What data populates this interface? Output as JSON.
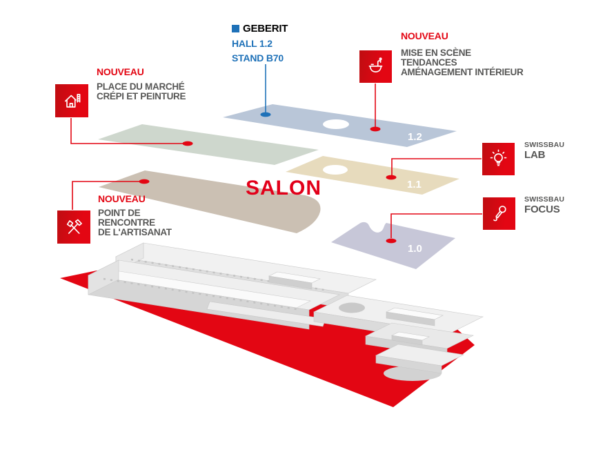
{
  "title": "Swissbau exhibition hall overview (exploded floor diagram)",
  "brand": {
    "name": "GEBERIT",
    "hall": "HALL 1.2",
    "stand": "STAND B70"
  },
  "salon_label": "SALON",
  "floor_labels": {
    "f12": "1.2",
    "f11": "1.1",
    "f10": "1.0"
  },
  "annotations": {
    "staging": {
      "tag": "NOUVEAU",
      "line1": "MISE EN SCÈNE",
      "line2": "TENDANCES",
      "line3": "AMÉNAGEMENT INTÉRIEUR",
      "icon": "washbasin-icon"
    },
    "market": {
      "tag": "NOUVEAU",
      "line1": "PLACE DU MARCHÉ",
      "line2": "CRÉPI ET PEINTURE",
      "icon": "house-paint-icon"
    },
    "craft": {
      "tag": "NOUVEAU",
      "line1": "POINT DE",
      "line2": "RENCONTRE",
      "line3": "DE L'ARTISANAT",
      "icon": "crossed-tools-icon"
    },
    "lab": {
      "brand": "SWISSBAU",
      "name": "LAB",
      "icon": "lightbulb-icon"
    },
    "focus": {
      "brand": "SWISSBAU",
      "name": "FOCUS",
      "icon": "microphone-icon"
    }
  },
  "colors": {
    "accent_red": "#e30613",
    "geberit_blue": "#1e71b8",
    "text_gray": "#575756",
    "floor_1_2": "#b9c6d8",
    "floor_1_1": "#e7dbbd",
    "floor_1_0": "#c7c7d8",
    "floor_market_green": "#ced7cd",
    "floor_craft_taupe": "#cbc0b3",
    "building_gray": "#dedede",
    "base_red": "#e30613"
  }
}
